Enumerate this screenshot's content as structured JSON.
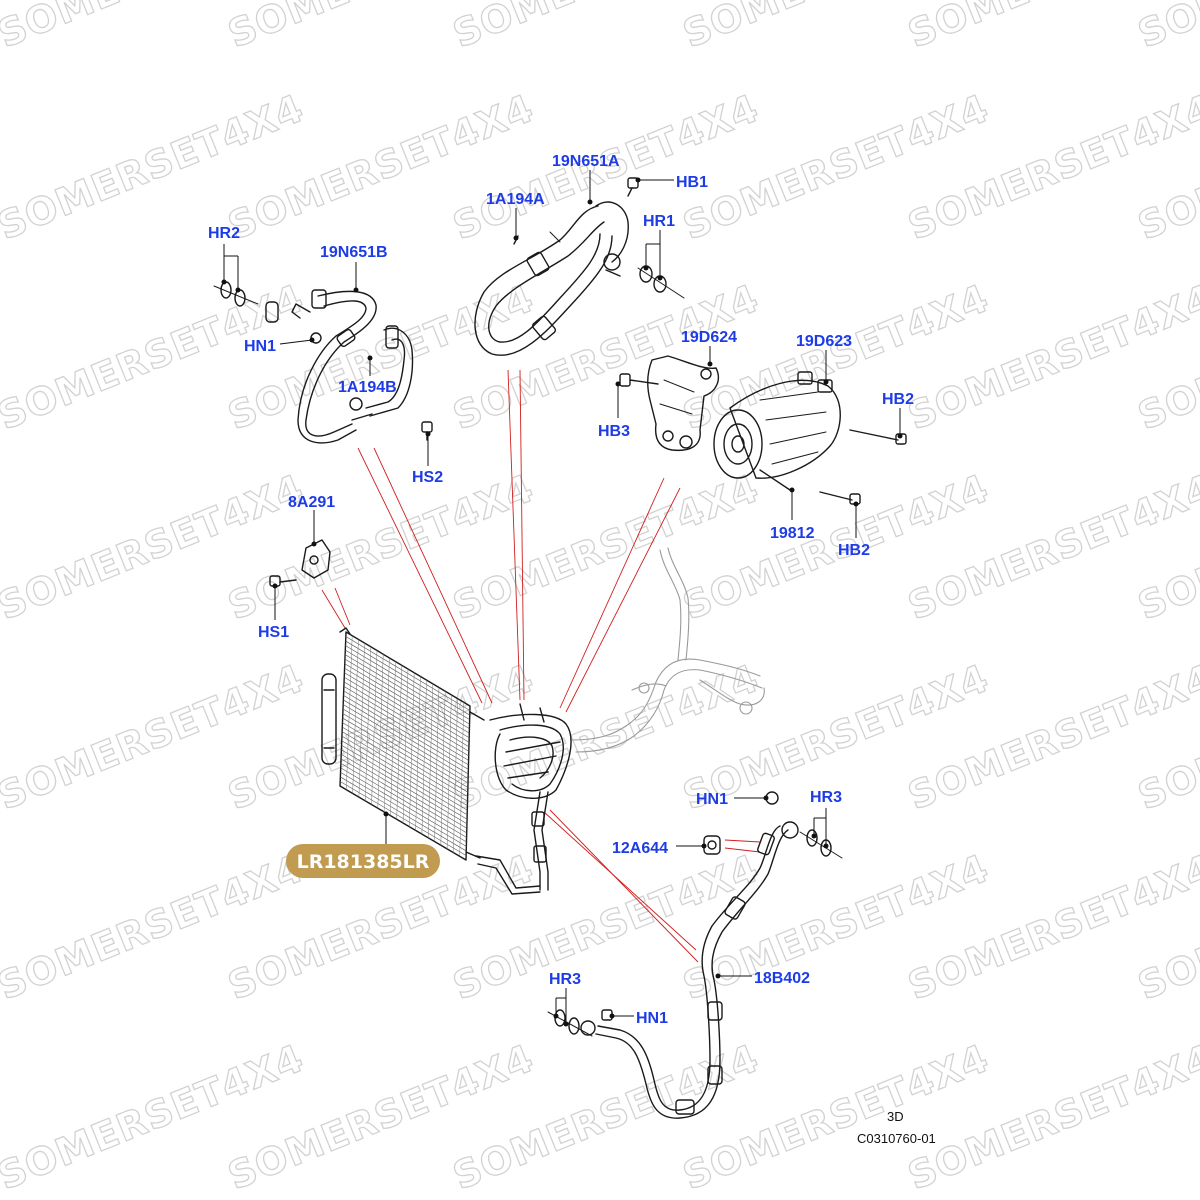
{
  "watermark": {
    "text": "SOMERSET4X4"
  },
  "part_badge": {
    "text": "LR181385LR",
    "color": "#c09b50",
    "text_color": "#ffffff"
  },
  "colors": {
    "label": "#1e3ce6",
    "callout_line": "#d21e1e",
    "drawing": "#1a1a1a"
  },
  "labels": {
    "hr2_left": "HR2",
    "n19n651b": "19N651B",
    "hn1_left": "HN1",
    "a1a194b": "1A194B",
    "hs2": "HS2",
    "n19n651a": "19N651A",
    "hb1": "HB1",
    "a1a194a": "1A194A",
    "hr1": "HR1",
    "d19d624": "19D624",
    "d19d623": "19D623",
    "hb3": "HB3",
    "hb2_top": "HB2",
    "n19812": "19812",
    "hb2_bottom": "HB2",
    "a8a291": "8A291",
    "hs1": "HS1",
    "hn1_right": "HN1",
    "hr3_right": "HR3",
    "a12a644": "12A644",
    "b18b402": "18B402",
    "hr3_bottom": "HR3",
    "hn1_bottom": "HN1"
  },
  "caption": {
    "view": "3D",
    "ref": "C0310760-01"
  }
}
